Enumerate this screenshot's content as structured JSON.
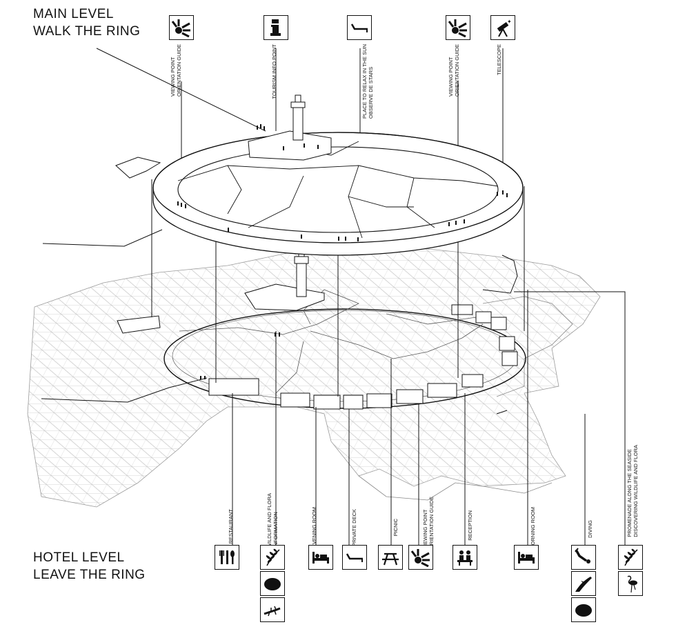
{
  "main_level": {
    "title_line1": "MAIN LEVEL",
    "title_line2": "WALK THE RING",
    "labels": [
      {
        "id": "viewing-point-1",
        "text": "VIEWING POINT\nORIENTATION GUIDE",
        "icon": "sun-icon"
      },
      {
        "id": "tourism-info",
        "text": "TOURISM INFO POINT",
        "icon": "info-icon"
      },
      {
        "id": "relax-sun",
        "text": "PLACE TO RELAX IN THE SUN\nOBSERVE DE STARS",
        "icon": "lounger-icon"
      },
      {
        "id": "viewing-point-2",
        "text": "VIEWING POINT\nORIENTATION GUIDE",
        "icon": "sun-icon"
      },
      {
        "id": "telescope",
        "text": "TELESCOPE",
        "icon": "telescope-icon"
      }
    ]
  },
  "hotel_level": {
    "title_line1": "HOTEL LEVEL",
    "title_line2": "LEAVE THE RING",
    "labels": [
      {
        "id": "restaurant",
        "text": "RESTAURANT",
        "icons": [
          "cutlery-icon"
        ]
      },
      {
        "id": "wildlife-info",
        "text": "WILDLIFE AND FLORA\nINFORMATION",
        "icons": [
          "fern-icon",
          "coral-icon",
          "lizard-icon"
        ]
      },
      {
        "id": "evening-room",
        "text": "EVENING ROOM",
        "icons": [
          "bed-icon"
        ]
      },
      {
        "id": "private-deck",
        "text": "PRIVATE DECK",
        "icons": [
          "lounger-icon"
        ]
      },
      {
        "id": "picnic",
        "text": "PICNIC",
        "icons": [
          "picnic-table-icon"
        ]
      },
      {
        "id": "viewing-point-3",
        "text": "VIEWING POINT\nORIENTATION GUIDE",
        "icons": [
          "sun-icon"
        ]
      },
      {
        "id": "reception",
        "text": "RECEPTION",
        "icons": [
          "reception-icon"
        ]
      },
      {
        "id": "morning-room",
        "text": "MORNING ROOM",
        "icons": [
          "bed-icon"
        ]
      },
      {
        "id": "diving",
        "text": "DIVING",
        "icons": [
          "diver-icon",
          "dolphin-icon",
          "coral-icon"
        ]
      },
      {
        "id": "promenade",
        "text": "PROMENADE ALONG THE SEASIDE\nDISCOVERING WILDLIFE AND FLORA",
        "icons": [
          "fern-icon",
          "flamingo-icon"
        ]
      }
    ]
  },
  "colors": {
    "ink": "#111111",
    "mesh": "#b9b9b9",
    "paper": "#ffffff"
  }
}
